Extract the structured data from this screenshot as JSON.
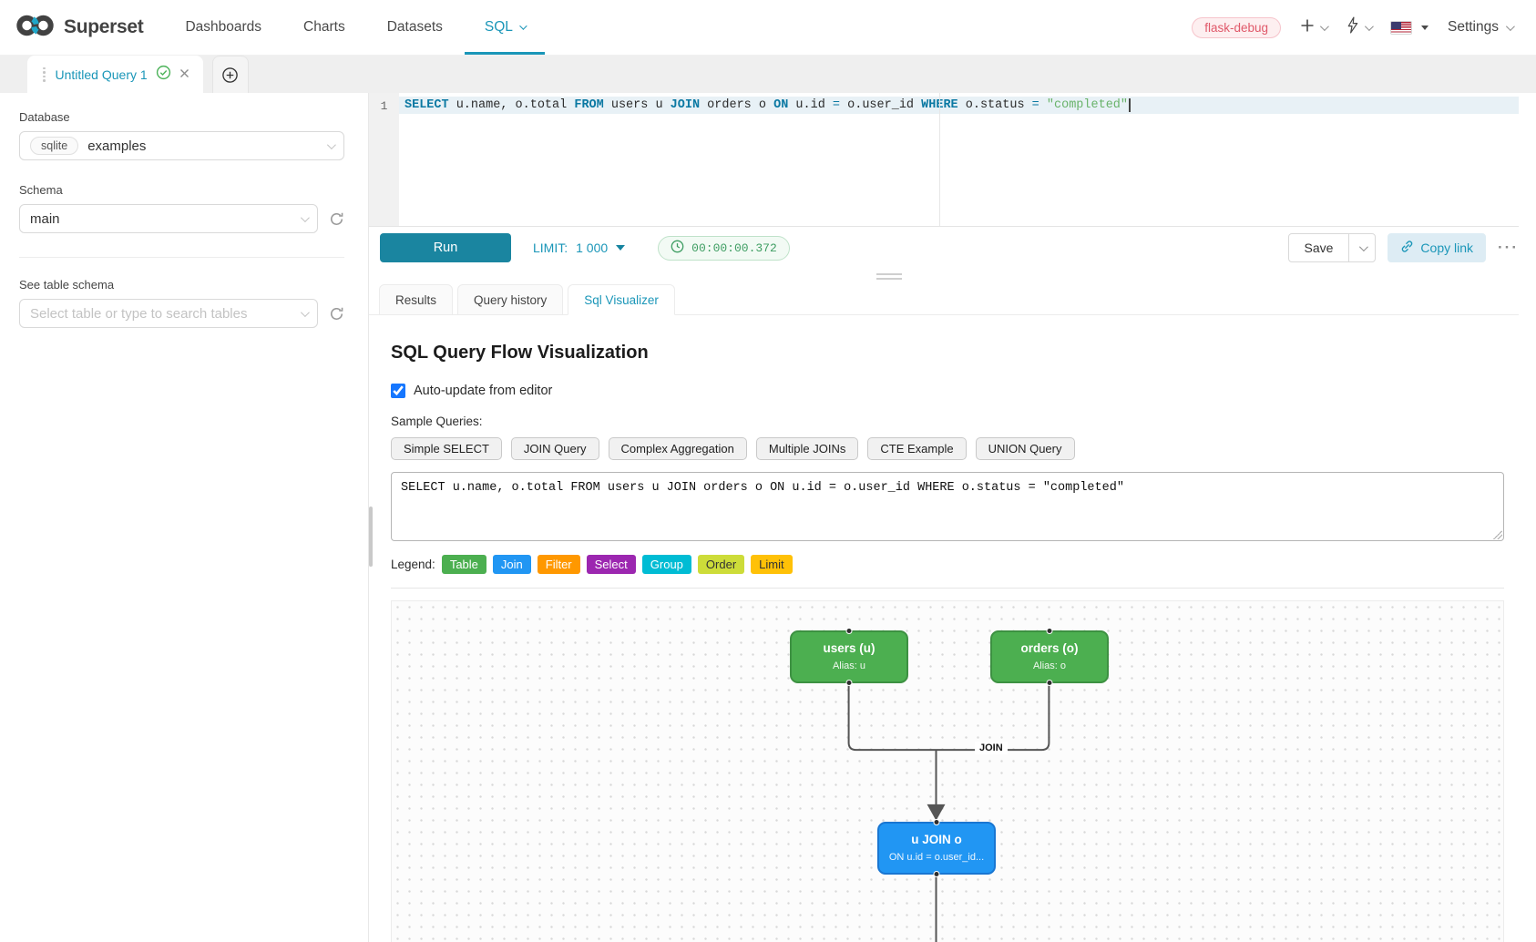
{
  "navbar": {
    "brand": "Superset",
    "items": [
      {
        "label": "Dashboards"
      },
      {
        "label": "Charts"
      },
      {
        "label": "Datasets"
      },
      {
        "label": "SQL"
      }
    ],
    "env_tag": "flask-debug",
    "settings_label": "Settings"
  },
  "query_tab": {
    "title": "Untitled Query 1"
  },
  "sidebar": {
    "database_label": "Database",
    "database_engine": "sqlite",
    "database_value": "examples",
    "schema_label": "Schema",
    "schema_value": "main",
    "table_schema_label": "See table schema",
    "table_placeholder": "Select table or type to search tables"
  },
  "editor": {
    "line_number": "1",
    "sql_tokens": [
      {
        "text": "SELECT",
        "type": "keyword"
      },
      {
        "text": " u.name, o.total ",
        "type": "plain"
      },
      {
        "text": "FROM",
        "type": "keyword"
      },
      {
        "text": " users u ",
        "type": "plain"
      },
      {
        "text": "JOIN",
        "type": "keyword"
      },
      {
        "text": " orders o ",
        "type": "plain"
      },
      {
        "text": "ON",
        "type": "keyword"
      },
      {
        "text": " u.id ",
        "type": "plain"
      },
      {
        "text": "=",
        "type": "operator"
      },
      {
        "text": " o.user_id ",
        "type": "plain"
      },
      {
        "text": "WHERE",
        "type": "keyword"
      },
      {
        "text": " o.status ",
        "type": "plain"
      },
      {
        "text": "=",
        "type": "operator"
      },
      {
        "text": " ",
        "type": "plain"
      },
      {
        "text": "\"completed\"",
        "type": "string"
      }
    ]
  },
  "toolbar": {
    "run_label": "Run",
    "limit_label": "LIMIT:",
    "limit_value": "1 000",
    "timer_value": "00:00:00.372",
    "save_label": "Save",
    "copy_link_label": "Copy link",
    "more_label": "···"
  },
  "south_tabs": [
    {
      "label": "Results"
    },
    {
      "label": "Query history"
    },
    {
      "label": "Sql Visualizer"
    }
  ],
  "visualizer": {
    "title": "SQL Query Flow Visualization",
    "auto_update_label": "Auto-update from editor",
    "auto_update_checked": "checked",
    "sample_queries_label": "Sample Queries:",
    "sample_buttons": [
      {
        "label": "Simple SELECT"
      },
      {
        "label": "JOIN Query"
      },
      {
        "label": "Complex Aggregation"
      },
      {
        "label": "Multiple JOINs"
      },
      {
        "label": "CTE Example"
      },
      {
        "label": "UNION Query"
      }
    ],
    "query_text": "SELECT u.name, o.total FROM users u JOIN orders o ON u.id = o.user_id WHERE o.status = \"completed\"",
    "legend_label": "Legend:",
    "legend": [
      {
        "label": "Table",
        "color": "#4caf50",
        "text_color": "#ffffff"
      },
      {
        "label": "Join",
        "color": "#2196f3",
        "text_color": "#ffffff"
      },
      {
        "label": "Filter",
        "color": "#ff9800",
        "text_color": "#ffffff"
      },
      {
        "label": "Select",
        "color": "#9c27b0",
        "text_color": "#ffffff"
      },
      {
        "label": "Group",
        "color": "#00bcd4",
        "text_color": "#ffffff"
      },
      {
        "label": "Order",
        "color": "#cddc39",
        "text_color": "#333333"
      },
      {
        "label": "Limit",
        "color": "#ffc107",
        "text_color": "#333333"
      }
    ],
    "diagram": {
      "nodes": [
        {
          "title": "users (u)",
          "subtitle": "Alias: u",
          "color": "#4caf50"
        },
        {
          "title": "orders (o)",
          "subtitle": "Alias: o",
          "color": "#4caf50"
        },
        {
          "title": "u JOIN o",
          "subtitle": "ON u.id = o.user_id...",
          "color": "#2196f3"
        }
      ],
      "edge_label": "JOIN"
    }
  },
  "colors": {
    "accent": "#1a96b8",
    "run_button": "#1a85a0",
    "timer_green": "#3f9e63"
  }
}
